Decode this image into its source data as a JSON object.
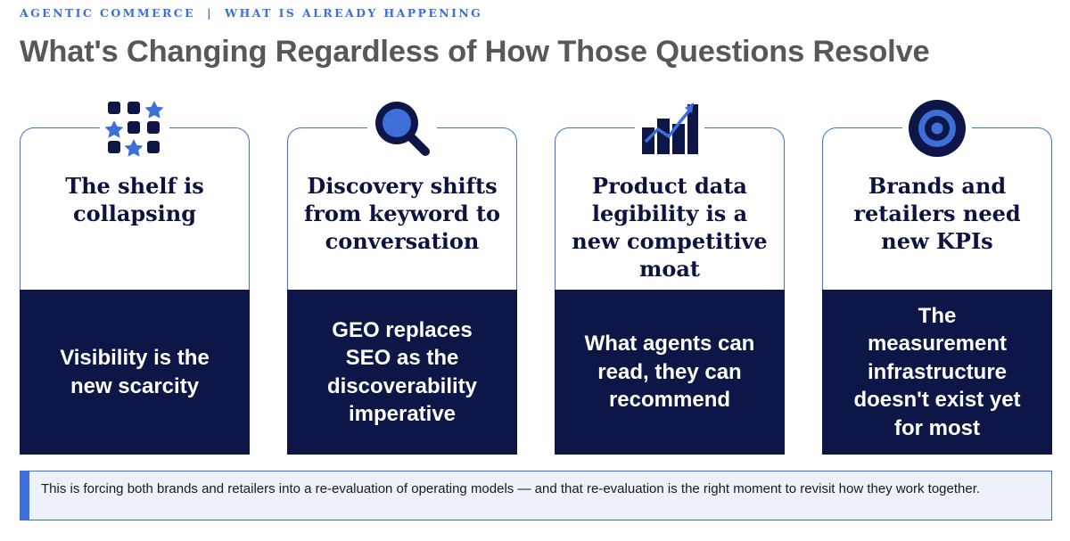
{
  "header": {
    "section": "AGENTIC COMMERCE",
    "separator": "|",
    "subsection": "WHAT IS ALREADY HAPPENING",
    "title": "What's Changing Regardless of How Those Questions Resolve"
  },
  "cards": [
    {
      "icon": "grid-stars-icon",
      "heading": [
        "The shelf is",
        "collapsing"
      ],
      "insight": [
        "Visibility is the",
        "new scarcity"
      ]
    },
    {
      "icon": "magnifier-icon",
      "heading": [
        "Discovery shifts",
        "from keyword to",
        "conversation"
      ],
      "insight": [
        "GEO replaces",
        "SEO as the",
        "discoverability",
        "imperative"
      ]
    },
    {
      "icon": "chart-growth-icon",
      "heading": [
        "Product data",
        "legibility is a",
        "new competitive",
        "moat"
      ],
      "insight": [
        "What agents can",
        "read, they can",
        "recommend"
      ]
    },
    {
      "icon": "target-icon",
      "heading": [
        "Brands and",
        "retailers need",
        "new KPIs"
      ],
      "insight": [
        "The",
        "measurement",
        "infrastructure",
        "doesn't exist yet",
        "for most"
      ]
    }
  ],
  "note": {
    "text": "This is forcing both brands and retailers into a re-evaluation of operating models — and that re-evaluation is the right moment to revisit how they work together."
  },
  "colors": {
    "accent": "#3e6fd8",
    "navy": "#0d1646",
    "title_gray": "#585858",
    "note_bg": "#edf1fa"
  }
}
